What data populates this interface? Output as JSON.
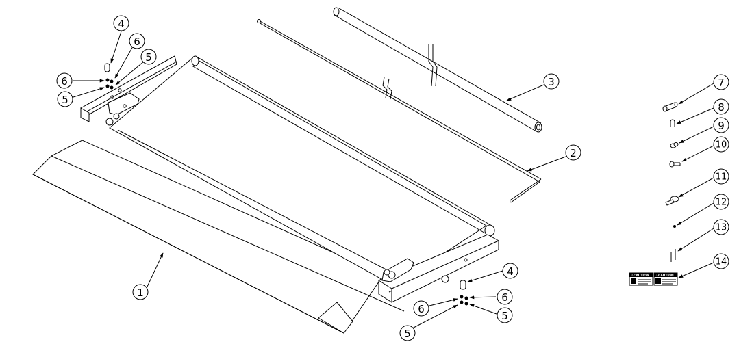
{
  "callouts": {
    "c1": "1",
    "c2": "2",
    "c3": "3",
    "c4a": "4",
    "c4b": "4",
    "c5a": "5",
    "c5b": "5",
    "c5c": "5",
    "c5d": "5",
    "c6a": "6",
    "c6b": "6",
    "c6c": "6",
    "c6d": "6",
    "c7": "7",
    "c8": "8",
    "c9": "9",
    "c10": "10",
    "c11": "11",
    "c12": "12",
    "c13": "13",
    "c14": "14"
  },
  "decals": {
    "left": "⚠CAUTION",
    "right": "⚠CAUTION"
  }
}
